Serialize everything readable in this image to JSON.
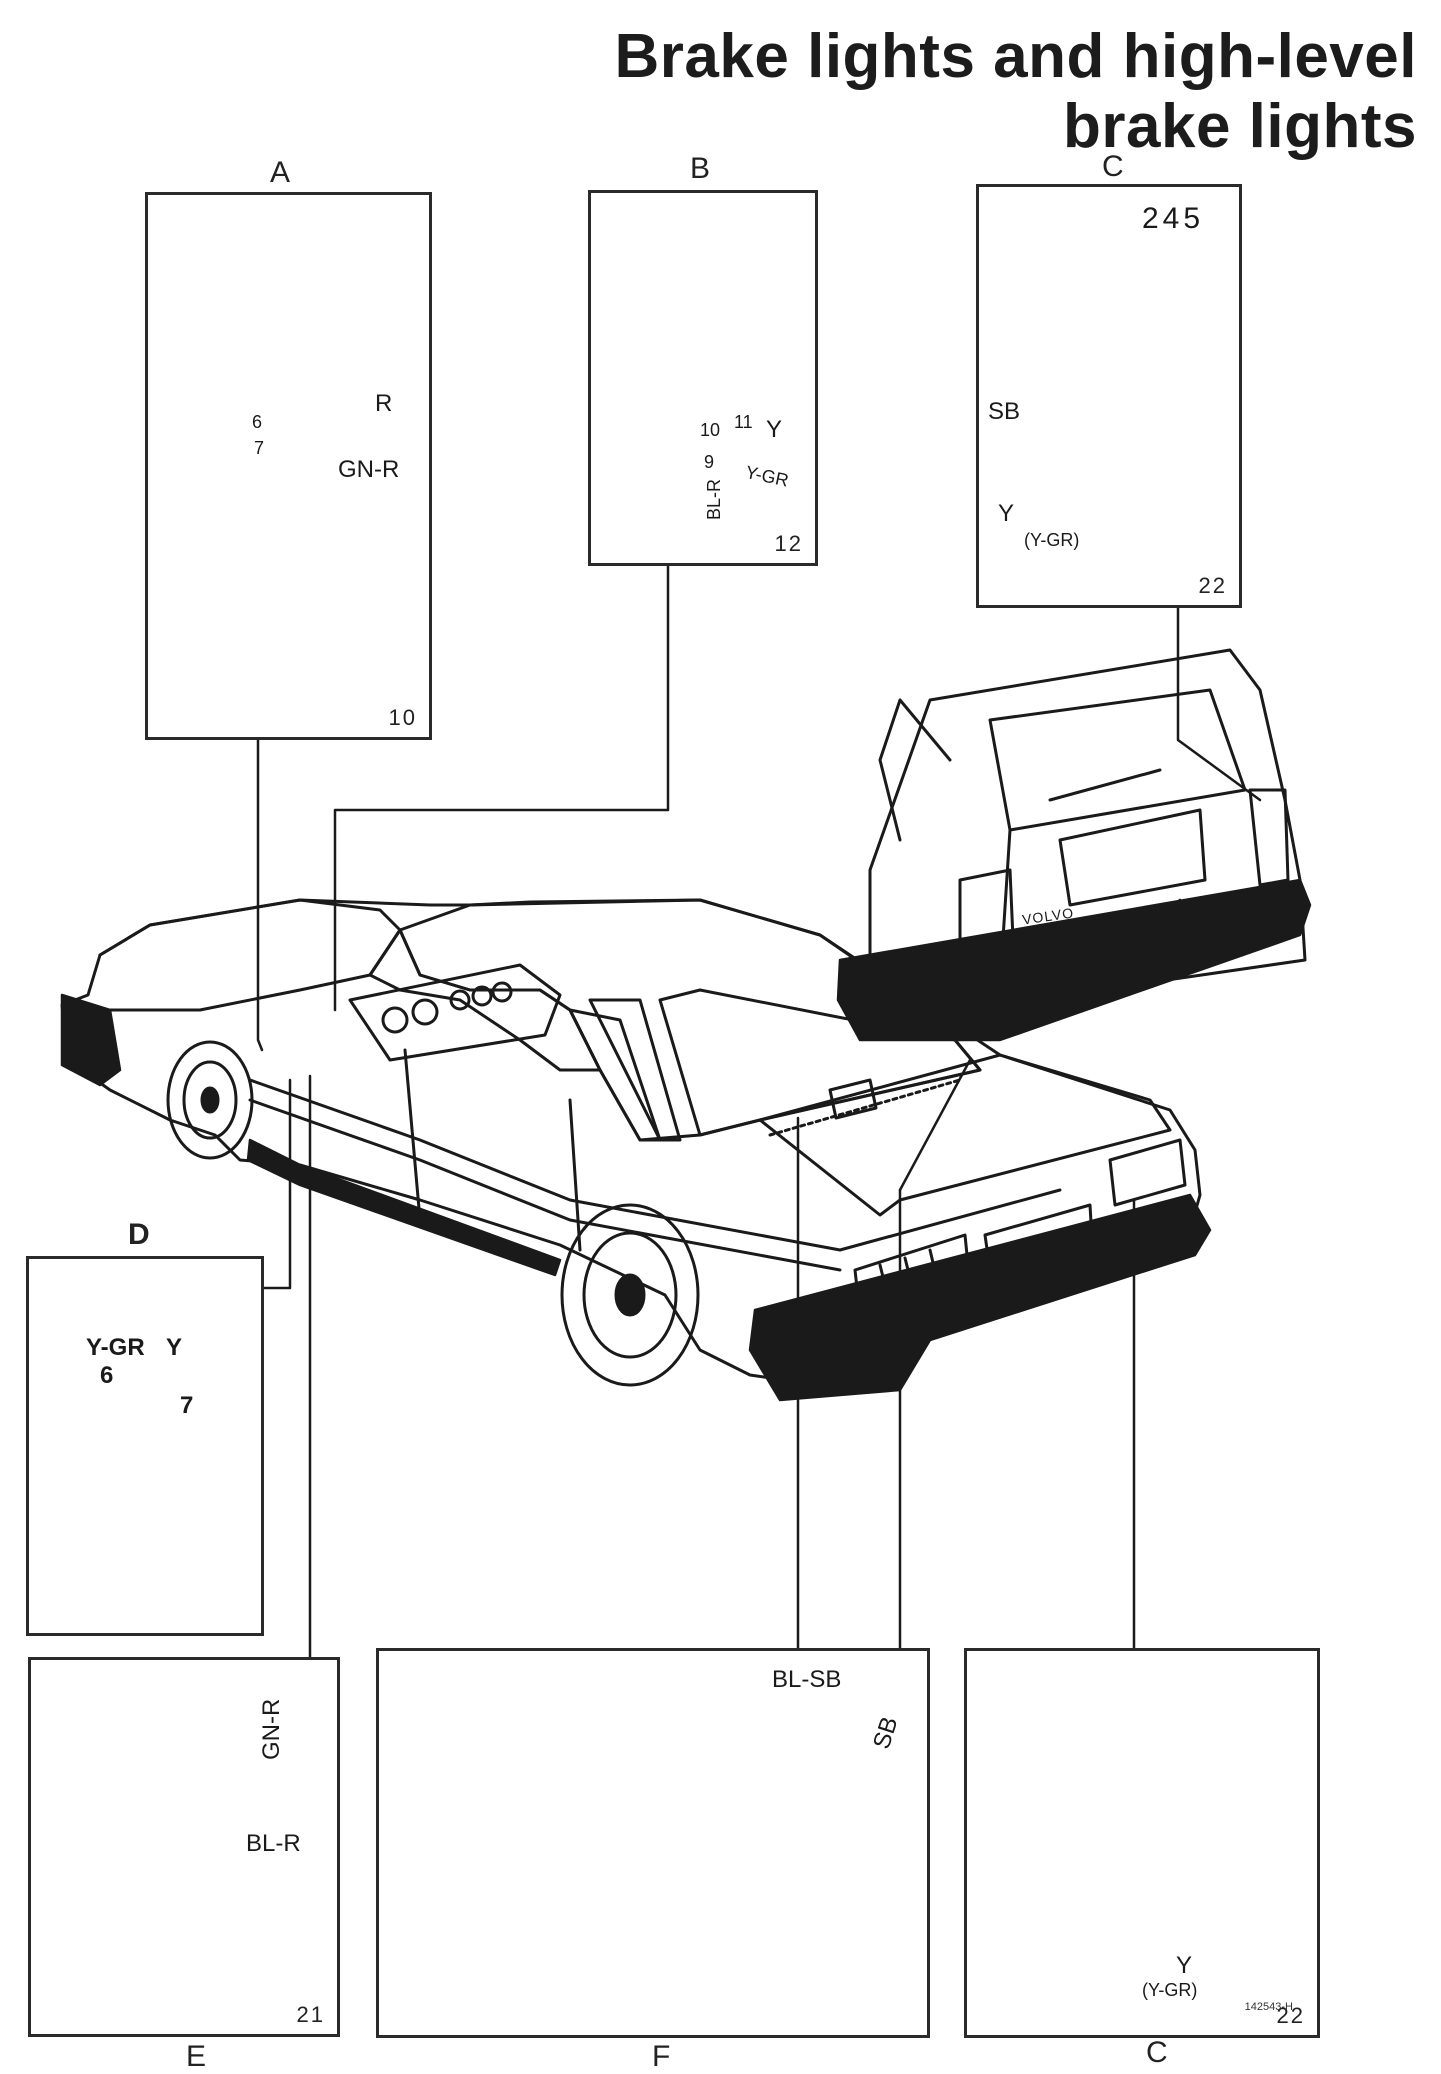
{
  "title": {
    "line1": "Brake lights and high-level",
    "line2": "brake lights"
  },
  "panels": {
    "A": {
      "letter": "A",
      "page": "10",
      "labels": {
        "r": "R",
        "gnr": "GN-R",
        "pin6": "6",
        "pin7": "7"
      }
    },
    "B": {
      "letter": "B",
      "page": "12",
      "labels": {
        "y": "Y",
        "ygr": "Y-GR",
        "blr": "BL-R",
        "pin9": "9",
        "pin10": "10",
        "pin11": "11"
      }
    },
    "C_top": {
      "letter": "C",
      "page": "22",
      "model": "245",
      "labels": {
        "sb": "SB",
        "y": "Y",
        "ygr": "(Y-GR)"
      }
    },
    "D": {
      "letter": "D",
      "labels": {
        "ygr": "Y-GR",
        "y": "Y",
        "pin6": "6",
        "pin7": "7"
      }
    },
    "E": {
      "letter": "E",
      "page": "21",
      "labels": {
        "gnr": "GN-R",
        "blr": "BL-R"
      }
    },
    "F": {
      "letter": "F",
      "labels": {
        "blsb": "BL-SB",
        "sb": "SB"
      }
    },
    "C_bottom": {
      "letter": "C",
      "page": "22",
      "labels": {
        "y": "Y",
        "ygr": "(Y-GR)"
      }
    }
  },
  "car": {
    "badge": "VOLVO"
  },
  "reference": "142543-H",
  "colors": {
    "line": "#1a1a1a",
    "background": "#ffffff"
  }
}
